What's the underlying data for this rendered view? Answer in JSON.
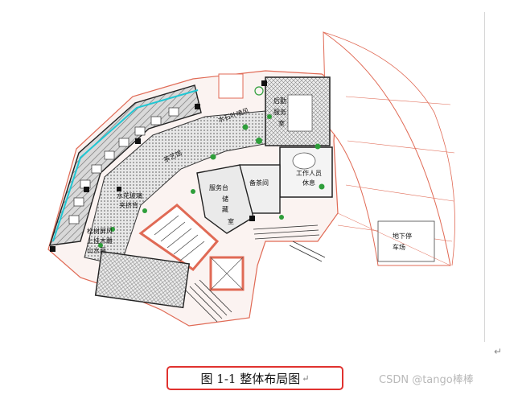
{
  "figure": {
    "rooms": [
      {
        "label": "水石叶喷风"
      },
      {
        "label": "后勤"
      },
      {
        "label": "服务"
      },
      {
        "label": "室"
      },
      {
        "label": "茶艺馆"
      },
      {
        "label": "工作人员"
      },
      {
        "label": "休息"
      },
      {
        "label": "服务台"
      },
      {
        "label": "储"
      },
      {
        "label": "藏"
      },
      {
        "label": "室"
      },
      {
        "label": "备茶间"
      },
      {
        "label": "水花玻璃"
      },
      {
        "label": "夹挤背"
      },
      {
        "label": "松树屏风"
      },
      {
        "label": "上挂木雕"
      },
      {
        "label": "山水画"
      },
      {
        "label": "地下停"
      },
      {
        "label": "车场"
      }
    ],
    "caption": "图 1-1 整体布局图",
    "caption_mark": "↵",
    "edge_mark": "↵"
  },
  "watermark": "CSDN @tango棒棒",
  "colors": {
    "outline": "#e06a55",
    "wall": "#222222",
    "hatch": "#7a7a7a",
    "cyan": "#1fc7d4",
    "green": "#2e9e3a",
    "caption_border": "#e0322f"
  }
}
